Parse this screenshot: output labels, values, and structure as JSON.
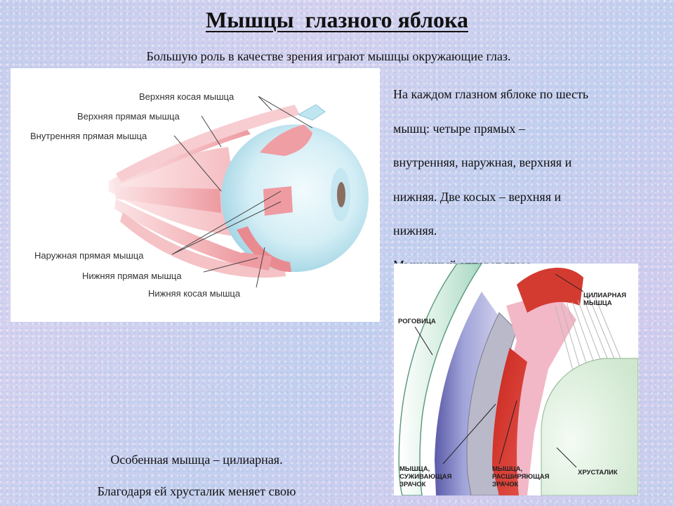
{
  "title": "Мышцы  глазного яблока",
  "subtitle": "Большую роль в качестве зрения играют мышцы окружающие глаз.",
  "eye_diagram": {
    "labels": {
      "superior_oblique": "Верхняя косая мышца",
      "superior_rectus": "Верхняя прямая мышца",
      "medial_rectus": "Внутренняя прямая мышца",
      "lateral_rectus": "Наружная прямая мышца",
      "inferior_rectus": "Нижняя прямая мышца",
      "inferior_oblique": "Нижняя косая мышца"
    }
  },
  "right_text": {
    "lines": [
      "На каждом глазном яблоке по шесть",
      "мышц: четыре прямых –",
      "внутренняя, наружная, верхняя и",
      "нижняя. Две косых – верхняя и",
      "нижняя.",
      "Мышечный аппарат глаза"
    ]
  },
  "ciliary_diagram": {
    "labels": {
      "ciliary_muscle_1": "ЦИЛИАРНАЯ",
      "ciliary_muscle_2": "МЫШЦА",
      "cornea": "РОГОВИЦА",
      "constrictor_1": "МЫШЦА,",
      "constrictor_2": "СУЖИВАЮЩАЯ",
      "constrictor_3": "ЗРАЧОК",
      "dilator_1": "МЫШЦА,",
      "dilator_2": "РАСШИРЯЮЩАЯ",
      "dilator_3": "ЗРАЧОК",
      "lens": "ХРУСТАЛИК"
    }
  },
  "bottom_text": {
    "line1": "Особенная мышца – цилиарная.",
    "line2": "Благодаря ей хрусталик меняет свою"
  }
}
